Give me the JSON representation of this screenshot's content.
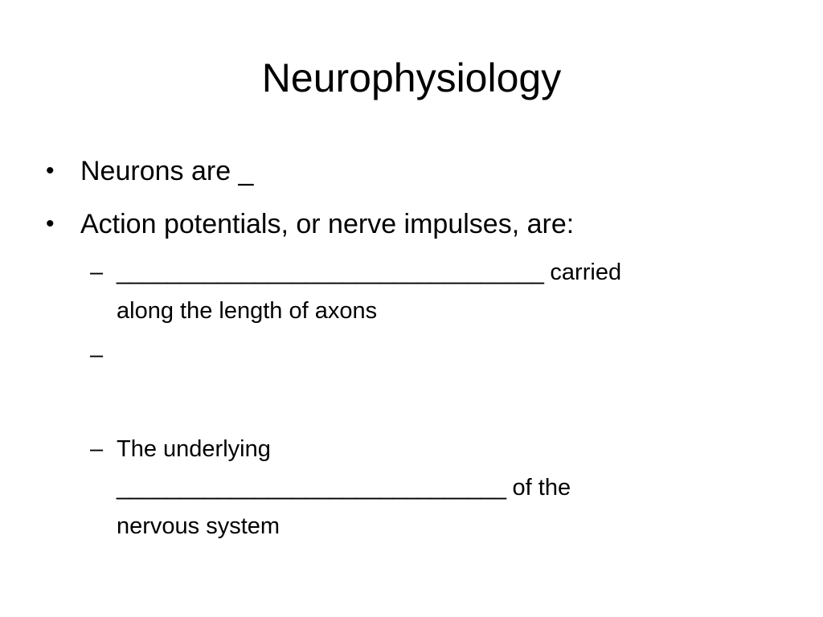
{
  "slide": {
    "title": "Neurophysiology",
    "bullets": [
      {
        "marker": "•",
        "text": "Neurons are _"
      },
      {
        "marker": "•",
        "text": "Action potentials, or nerve impulses, are:"
      }
    ],
    "sub_bullets": [
      {
        "marker": "–",
        "line1_blank": "__________________________________",
        "line1_rest": " carried",
        "line2": "along the length of axons"
      },
      {
        "marker": "–"
      },
      {
        "marker": "–",
        "line1": "The underlying",
        "line2_blank": "_______________________________",
        "line2_rest": " of the",
        "line3": "nervous system"
      }
    ]
  }
}
